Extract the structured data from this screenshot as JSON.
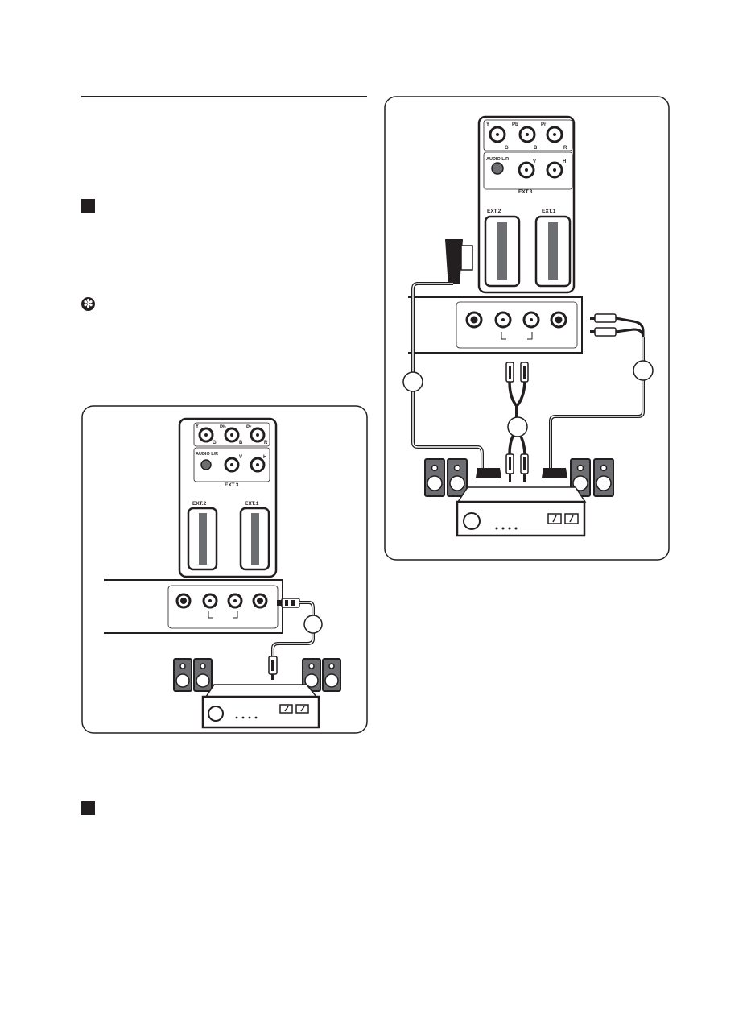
{
  "panel": {
    "ext3": "EXT.3",
    "ext2": "EXT.2",
    "ext1": "EXT.1",
    "audio_lr": "AUDIO L/R",
    "y": "Y",
    "g": "G",
    "pb": "Pb",
    "b": "B",
    "pr": "Pr",
    "r": "R",
    "v": "V",
    "h": "H"
  },
  "icons": {
    "bullet": "black-square-icon",
    "tip": "asterisk-flower-icon"
  },
  "colors": {
    "ink": "#231f20",
    "panel_grey": "#6d6e71"
  }
}
